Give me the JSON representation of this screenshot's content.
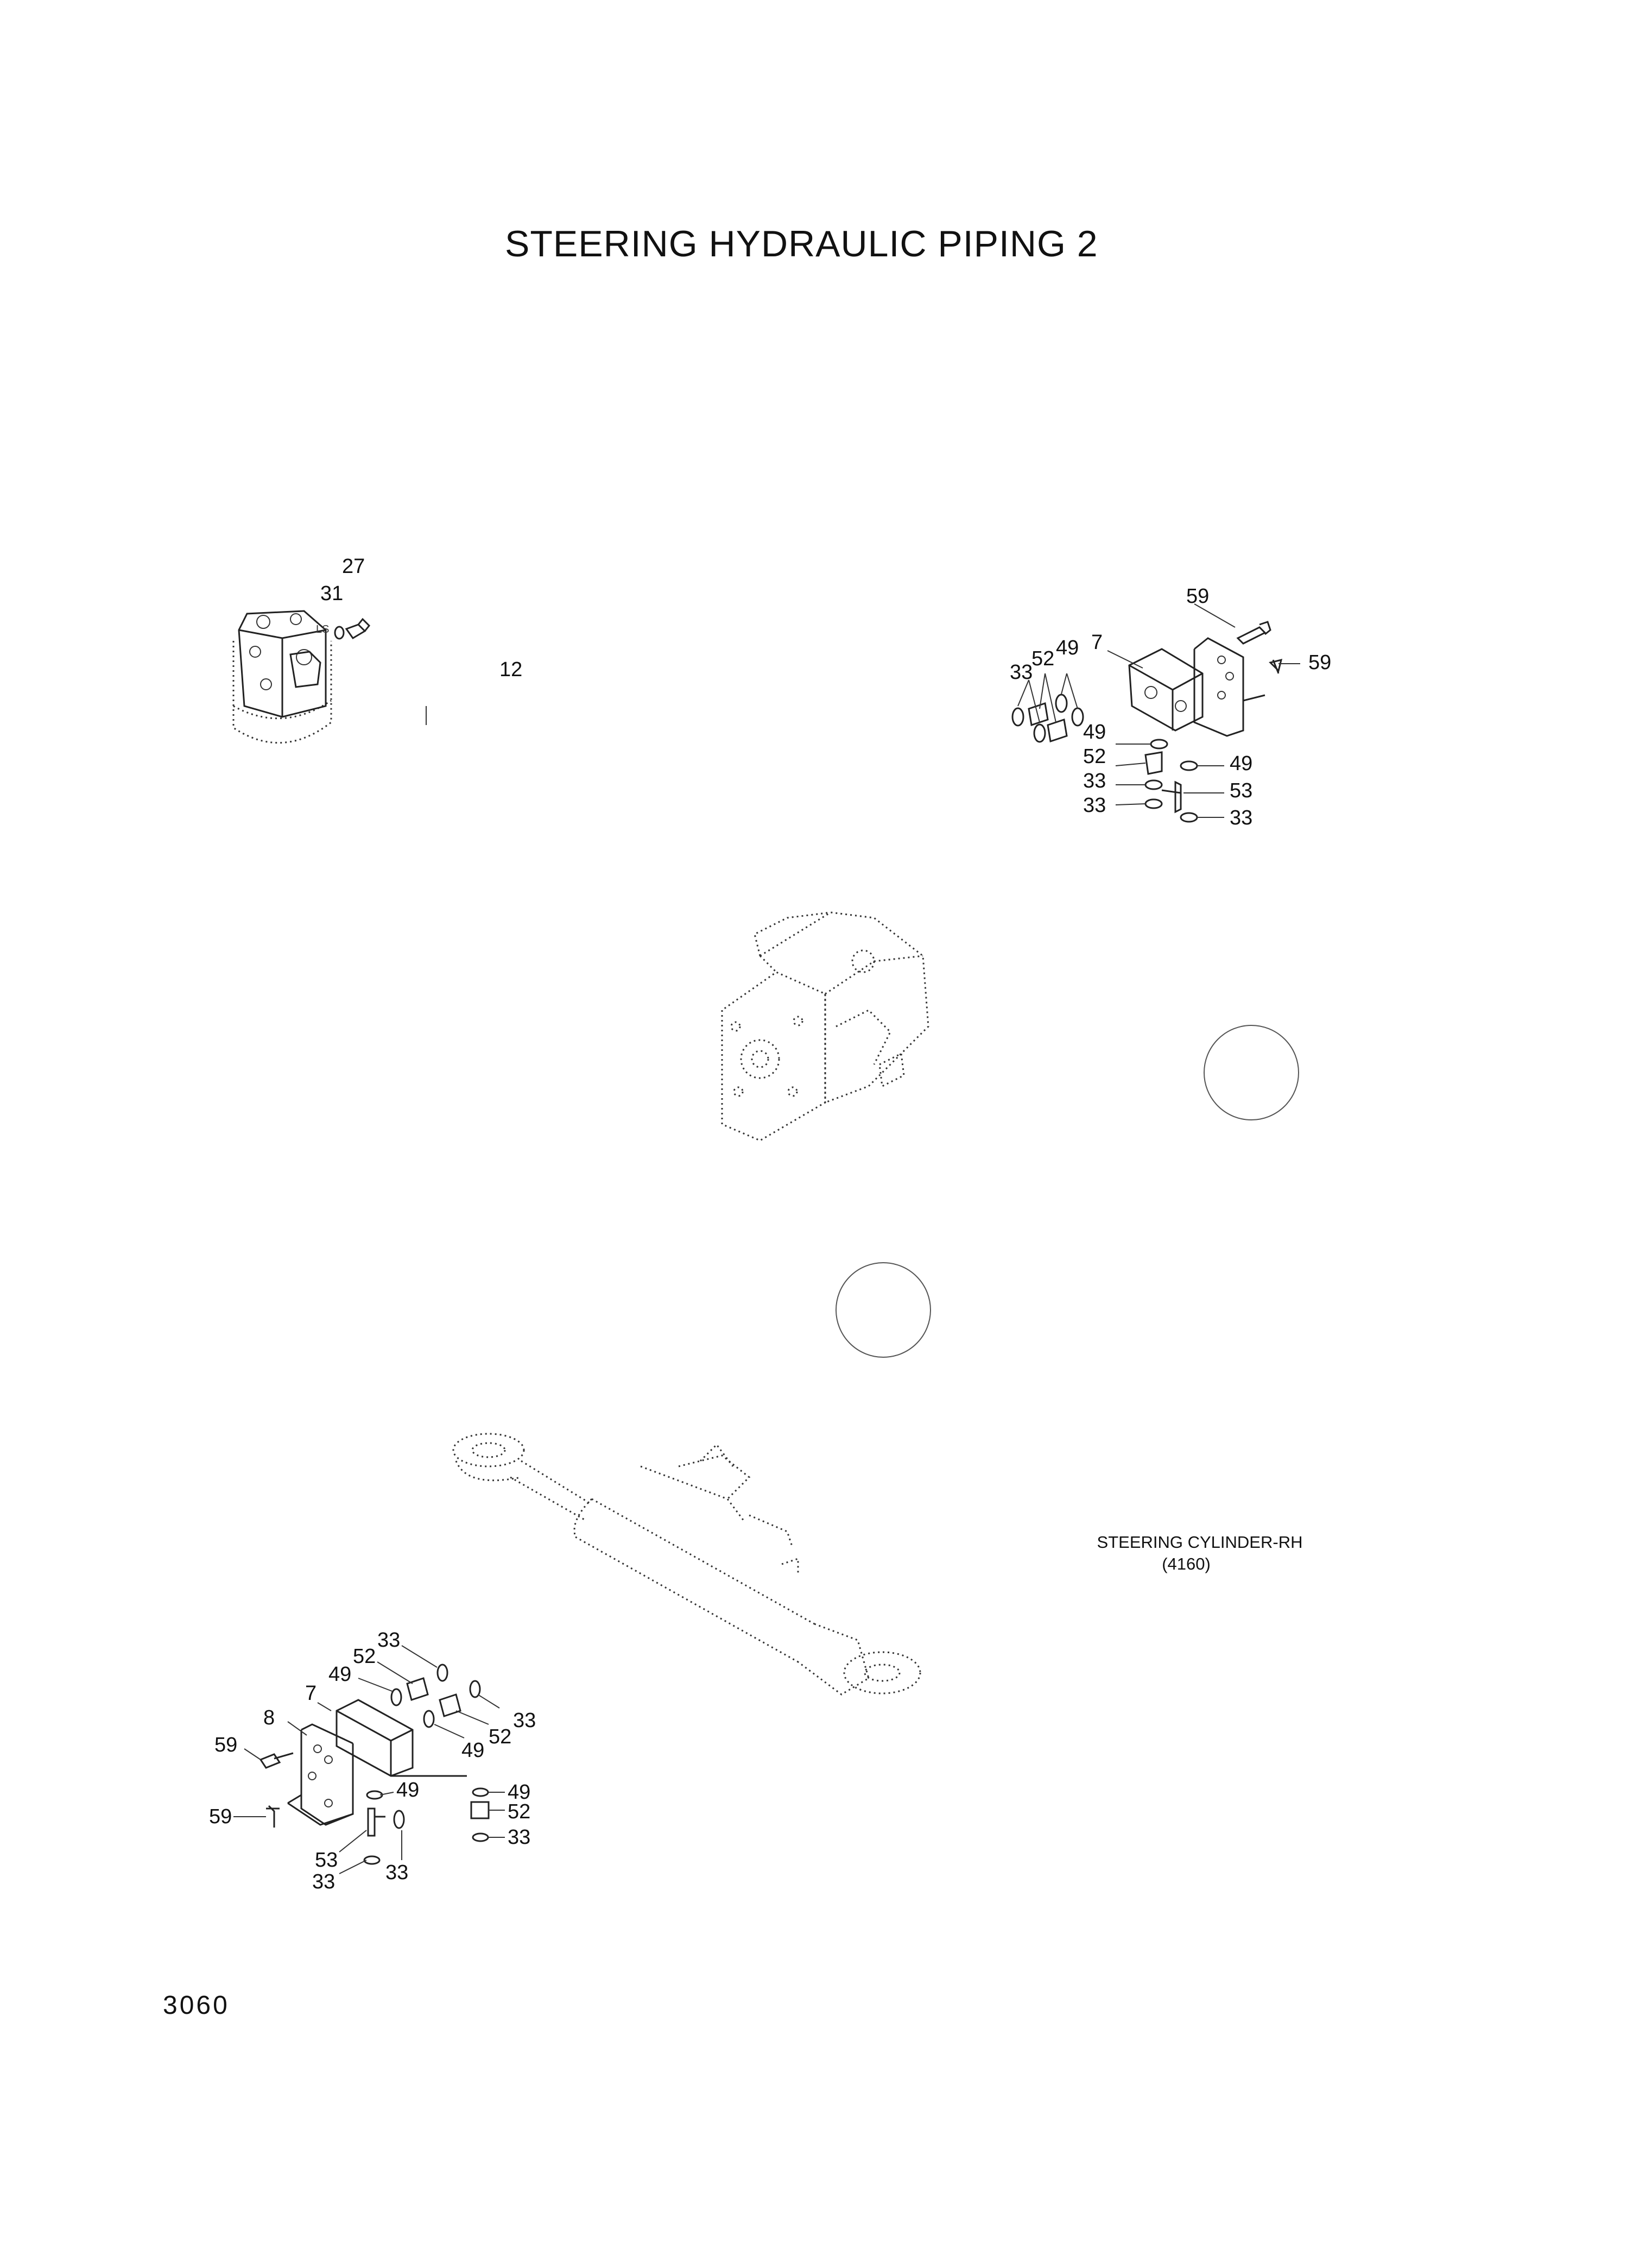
{
  "sheet": {
    "title": "STEERING HYDRAULIC PIPING 2",
    "page_number": "3060"
  },
  "callouts": {
    "c27": "27",
    "c31": "31",
    "c12": "12",
    "tr_59a": "59",
    "tr_59b": "59",
    "tr_7": "7",
    "tr_33": "33",
    "tr_52": "52",
    "tr_49": "49",
    "tr_49b": "49",
    "tr_52b": "52",
    "tr_33b": "33",
    "tr_33c": "33",
    "tr_49c": "49",
    "tr_53": "53",
    "tr_33d": "33",
    "bl_33": "33",
    "bl_52": "52",
    "bl_49": "49",
    "bl_7": "7",
    "bl_8": "8",
    "bl_33b": "33",
    "bl_52b": "52",
    "bl_49b": "49",
    "bl_59": "59",
    "bl_49c": "49",
    "bl_59b": "59",
    "bl_53": "53",
    "bl_33c": "33",
    "bl_33d": "33",
    "br_49": "49",
    "br_52": "52",
    "br_33": "33"
  },
  "caption": {
    "line1": "STEERING CYLINDER-RH",
    "line2": "(4160)"
  }
}
